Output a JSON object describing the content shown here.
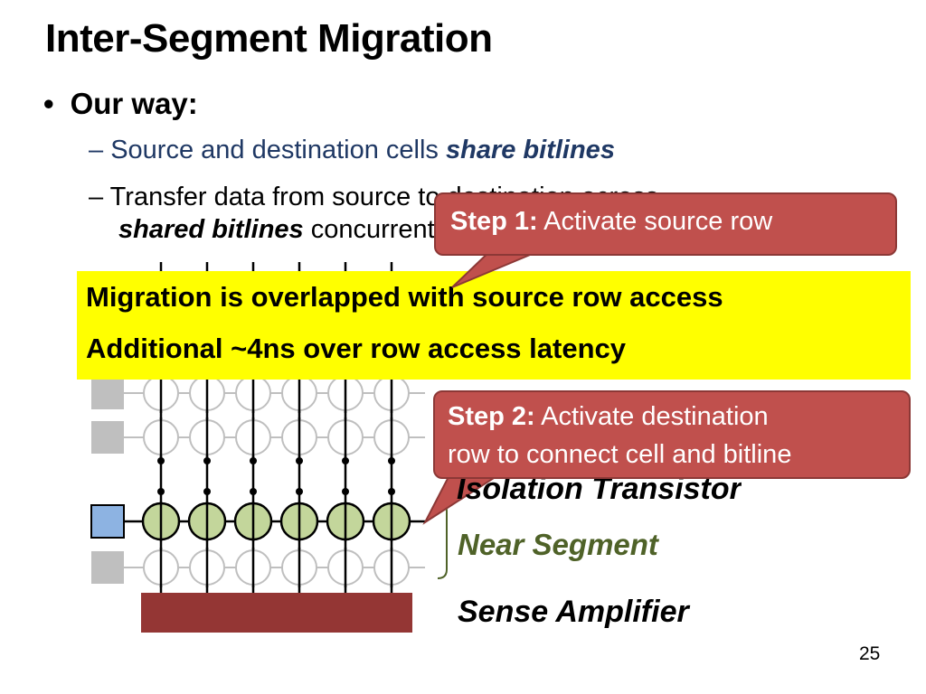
{
  "title": "Inter-Segment Migration",
  "bullet": {
    "label": "Our way:"
  },
  "sub1": {
    "text": "Source and destination cells ",
    "emph": "share bitlines"
  },
  "sub2": {
    "line1": "Transfer data from source to destination across",
    "emph": "shared bitlines",
    "rest": " concurrently"
  },
  "callout1": {
    "step": "Step 1:",
    "text": "Activate source row"
  },
  "callout2": {
    "step": "Step 2:",
    "text1": "Activate destination",
    "text2": "row to connect cell and bitline"
  },
  "banner": {
    "line1": "Migration is overlapped with source row access",
    "line2": "Additional ~4ns over row access latency"
  },
  "labels": {
    "isolation": "Isolation Transistor",
    "near": "Near Segment",
    "sense": "Sense Amplifier"
  },
  "page_number": "25",
  "colors": {
    "accent_red": "#c0504d",
    "banner_yellow": "#ffff00",
    "near_green": "#4f6228",
    "cell_green": "#c3d69b",
    "sa_red": "#943634",
    "source_blue": "#8db3e2",
    "title_blue": "#1f3864"
  }
}
